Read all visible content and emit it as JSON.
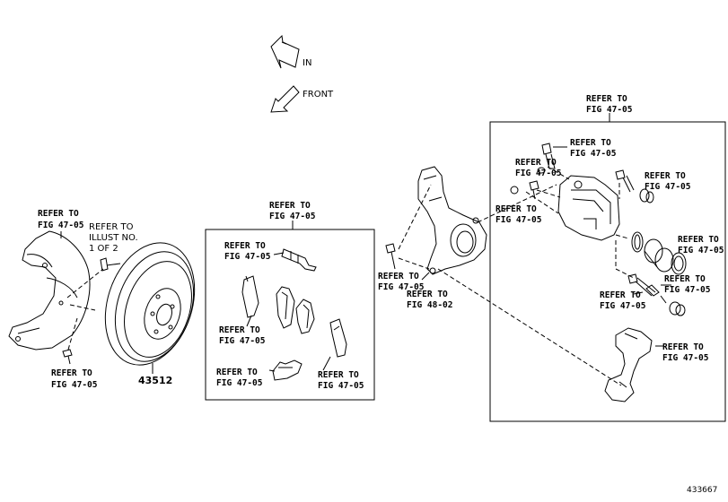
{
  "arrows": {
    "in": "IN",
    "front": "FRONT"
  },
  "labels": {
    "shield_top": [
      "REFER TO",
      "FIG 47-05"
    ],
    "illust_note": [
      "REFER TO",
      "ILLUST NO.",
      "1 OF 2"
    ],
    "shield_bolt": [
      "REFER TO",
      "FIG 47-05"
    ],
    "pad_box_title": [
      "REFER TO",
      "FIG 47-05"
    ],
    "pad_sensor": [
      "REFER TO",
      "FIG 47-05"
    ],
    "pad_left": [
      "REFER TO",
      "FIG 47-05"
    ],
    "pad_clip": [
      "REFER TO",
      "FIG 47-05"
    ],
    "pad_right": [
      "REFER TO",
      "FIG 47-05"
    ],
    "knuckle_bolt": [
      "REFER TO",
      "FIG 47-05"
    ],
    "knuckle": [
      "REFER TO",
      "FIG 48-02"
    ],
    "caliper_box_title": [
      "REFER TO",
      "FIG 47-05"
    ],
    "cal_bleeder": [
      "REFER TO",
      "FIG 47-05"
    ],
    "cal_plug": [
      "REFER TO",
      "FIG 47-05"
    ],
    "cal_bolt": [
      "REFER TO",
      "FIG 47-05"
    ],
    "cal_pin_top": [
      "REFER TO",
      "FIG 47-05"
    ],
    "cal_piston": [
      "REFER TO",
      "FIG 47-05"
    ],
    "cal_pin_bottom": [
      "REFER TO",
      "FIG 47-05"
    ],
    "cal_bottom_boot": [
      "REFER TO",
      "FIG 47-05"
    ],
    "cal_mount": [
      "REFER TO",
      "FIG 47-05"
    ]
  },
  "part_number": "43512",
  "figure_id": "433667"
}
